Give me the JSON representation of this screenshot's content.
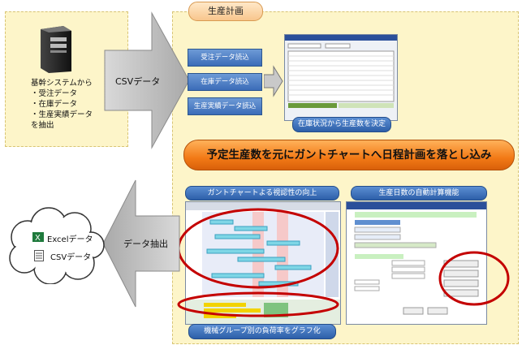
{
  "title": "生産計画",
  "server_text": [
    "基幹システムから",
    "・受注データ",
    "・在庫データ",
    "・生産実績データ",
    "を抽出"
  ],
  "arrow_csv": "CSVデータ",
  "buttons": [
    "受注データ読込",
    "在庫データ読込",
    "生産実績データ読込"
  ],
  "stock_label": "在庫状況から生産数を決定",
  "banner": "予定生産数を元にガントチャートへ日程計画を落とし込み",
  "gantt_label": "ガントチャートよる視認性の向上",
  "auto_label": "生産日数の自動計算機能",
  "graph_label": "機械グループ別の負荷率をグラフ化",
  "arrow_extract": "データ抽出",
  "cloud_items": [
    "Excelデータ",
    "CSVデータ"
  ],
  "colors": {
    "panel": "#fdf5c9",
    "button": "#3b6cb8",
    "banner": "#f27a16",
    "highlight": "#c40000"
  },
  "icons": [
    "server-icon",
    "excel-icon",
    "csv-file-icon"
  ]
}
